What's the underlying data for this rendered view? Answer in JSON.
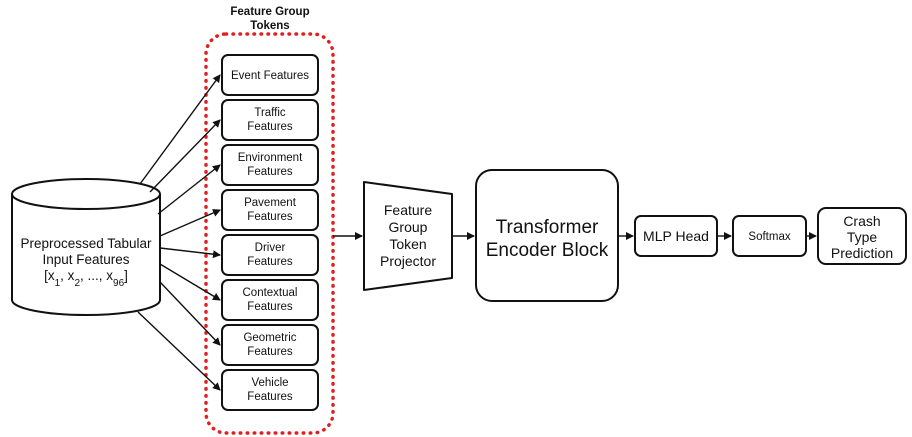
{
  "group_title": {
    "line1": "Feature Group",
    "line2": "Tokens"
  },
  "input": {
    "line1": "Preprocessed Tabular",
    "line2": "Input Features",
    "formula": {
      "open": "[x",
      "sub1": "1",
      "sep1": ", x",
      "sub2": "2",
      "mid": ", ..., x",
      "sub3": "96",
      "close": "]"
    }
  },
  "feature_groups": [
    {
      "lines": [
        "Event Features"
      ]
    },
    {
      "lines": [
        "Traffic",
        "Features"
      ]
    },
    {
      "lines": [
        "Environment",
        "Features"
      ]
    },
    {
      "lines": [
        "Pavement",
        "Features"
      ]
    },
    {
      "lines": [
        "Driver",
        "Features"
      ]
    },
    {
      "lines": [
        "Contextual",
        "Features"
      ]
    },
    {
      "lines": [
        "Geometric",
        "Features"
      ]
    },
    {
      "lines": [
        "Vehicle",
        "Features"
      ]
    }
  ],
  "projector": {
    "lines": [
      "Feature",
      "Group",
      "Token",
      "Projector"
    ]
  },
  "transformer": {
    "lines": [
      "Transformer",
      "Encoder Block"
    ]
  },
  "mlp_head": {
    "label": "MLP Head"
  },
  "softmax": {
    "label": "Softmax"
  },
  "output": {
    "lines": [
      "Crash",
      "Type",
      "Prediction"
    ]
  },
  "colors": {
    "stroke": "#111111",
    "dotted_border": "#e02020",
    "background": "#ffffff"
  }
}
